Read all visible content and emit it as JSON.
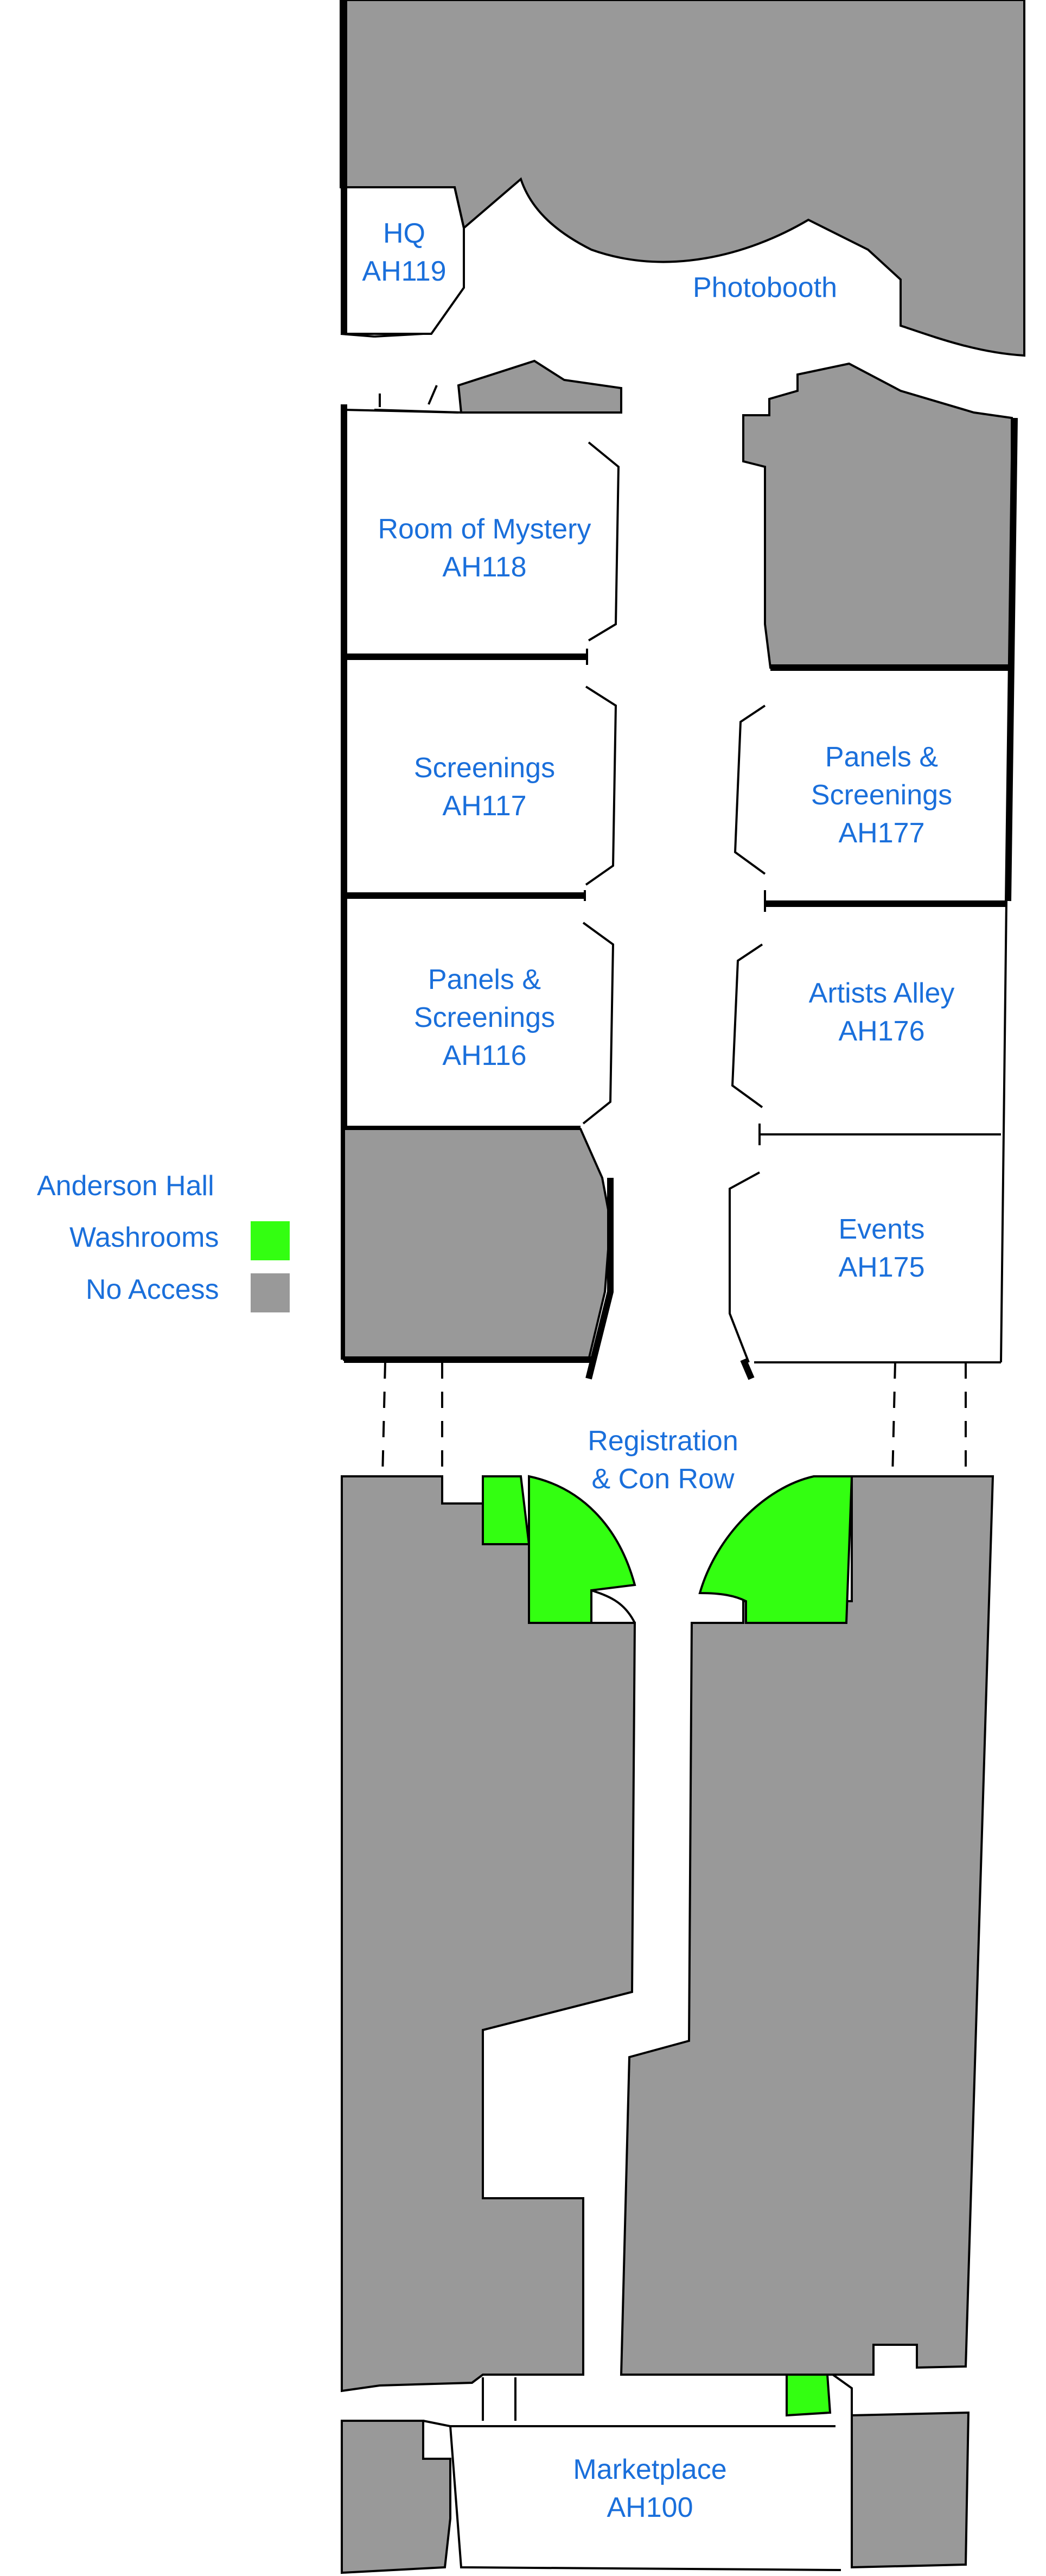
{
  "colors": {
    "label_text": "#1a6fdb",
    "washrooms": "#33ff11",
    "no_access": "#999999",
    "background": "#ffffff"
  },
  "legend": {
    "title": "Anderson Hall",
    "washrooms_label": "Washrooms",
    "no_access_label": "No Access"
  },
  "rooms": {
    "hq": {
      "line1": "HQ",
      "line2": "AH119"
    },
    "photobooth": {
      "line1": "Photobooth"
    },
    "ah118": {
      "line1": "Room of Mystery",
      "line2": "AH118"
    },
    "ah117": {
      "line1": "Screenings",
      "line2": "AH117"
    },
    "ah177": {
      "line1": "Panels &",
      "line2": "Screenings",
      "line3": "AH177"
    },
    "ah116": {
      "line1": "Panels &",
      "line2": "Screenings",
      "line3": "AH116"
    },
    "ah176": {
      "line1": "Artists Alley",
      "line2": "AH176"
    },
    "ah175": {
      "line1": "Events",
      "line2": "AH175"
    },
    "registration": {
      "line1": "Registration",
      "line2": "& Con Row"
    },
    "ah100": {
      "line1": "Marketplace",
      "line2": "AH100"
    }
  }
}
